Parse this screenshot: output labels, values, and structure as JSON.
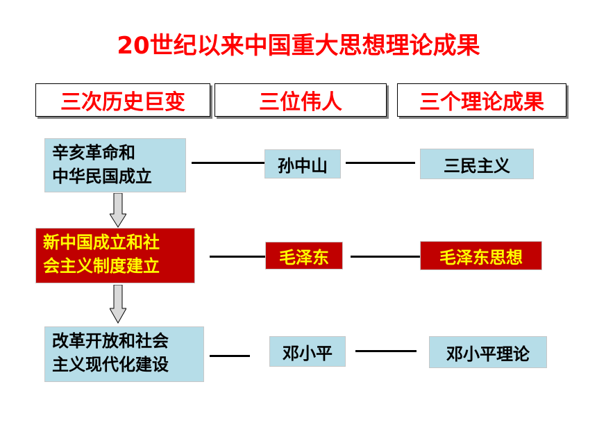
{
  "title": "20世纪以来中国重大思想理论成果",
  "headers": [
    "三次历史巨变",
    "三位伟人",
    "三个理论成果"
  ],
  "rows": [
    {
      "event_lines": [
        "辛亥革命和",
        "中华民国成立"
      ],
      "person": "孙中山",
      "theory": "三民主义",
      "highlight": false
    },
    {
      "event_lines": [
        "新中国成立和社",
        "会主义制度建立"
      ],
      "person": "毛泽东",
      "theory": "毛泽东思想",
      "highlight": true
    },
    {
      "event_lines": [
        "改革开放和社会",
        "主义现代化建设"
      ],
      "person": "邓小平",
      "theory": "邓小平理论",
      "highlight": false
    }
  ],
  "colors": {
    "title": "#ff0000",
    "header_text": "#ff0000",
    "teal_box": "#b6dde8",
    "highlight_box": "#c00000",
    "highlight_text": "#ffff00",
    "arrow_fill": "#d9d9d9"
  }
}
